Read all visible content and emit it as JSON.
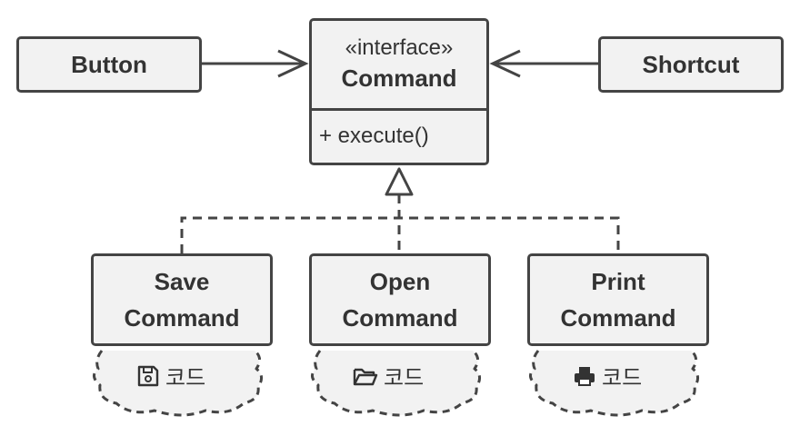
{
  "clients": {
    "button": "Button",
    "shortcut": "Shortcut"
  },
  "interface": {
    "stereotype": "«interface»",
    "name": "Command",
    "method": "+ execute()"
  },
  "commands": [
    {
      "line1": "Save",
      "line2": "Command",
      "code": "코드",
      "icon": "floppy-disk-icon"
    },
    {
      "line1": "Open",
      "line2": "Command",
      "code": "코드",
      "icon": "folder-icon"
    },
    {
      "line1": "Print",
      "line2": "Command",
      "code": "코드",
      "icon": "printer-icon"
    }
  ],
  "colors": {
    "box_fill": "#f2f2f2",
    "stroke": "#444444",
    "text": "#333333"
  }
}
